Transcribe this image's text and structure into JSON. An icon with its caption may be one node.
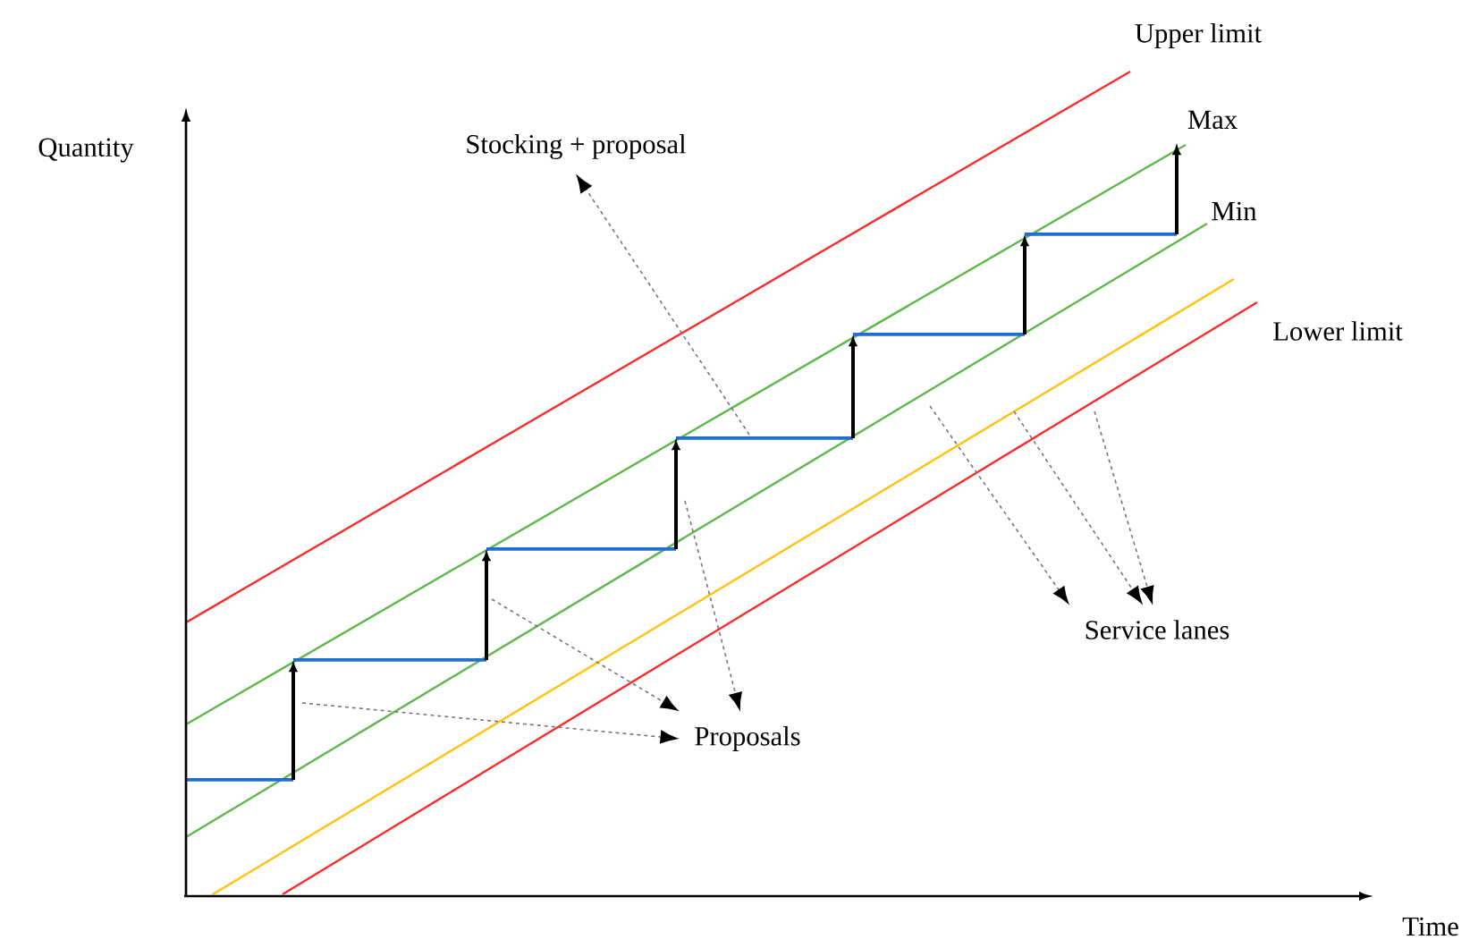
{
  "diagram": {
    "nodes": [
      {
        "text": [
          "Stocking + proposal"
        ]
      },
      {
        "text": [
          "Proposals"
        ]
      },
      {
        "text": [
          "Service lanes"
        ]
      }
    ],
    "edges": [
      {
        "from": null,
        "to": 0,
        "arrow": "to",
        "style": "dashed"
      },
      {
        "from": null,
        "to": 1,
        "arrow": "to",
        "style": "dashed"
      },
      {
        "from": null,
        "to": 1,
        "arrow": "to",
        "style": "dashed"
      },
      {
        "from": null,
        "to": 1,
        "arrow": "to",
        "style": "dashed"
      },
      {
        "from": null,
        "to": 2,
        "arrow": "to",
        "style": "dashed"
      },
      {
        "from": null,
        "to": 2,
        "arrow": "to",
        "style": "dashed"
      },
      {
        "from": null,
        "to": 2,
        "arrow": "to",
        "style": "dashed"
      }
    ],
    "labels": [
      "Upper limit",
      "Quantity",
      "Max",
      "Min",
      "Lower limit",
      "Time"
    ]
  }
}
